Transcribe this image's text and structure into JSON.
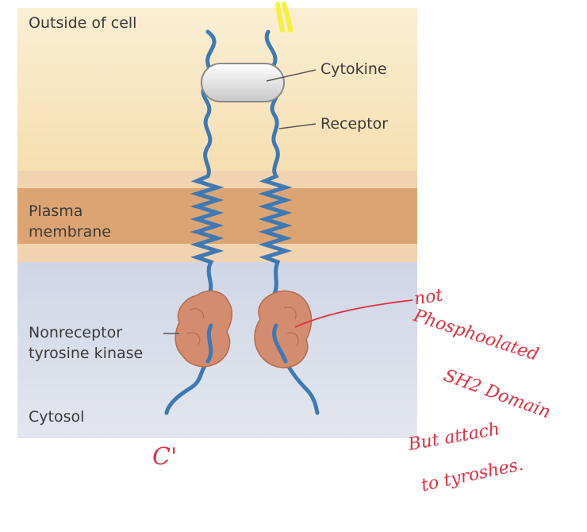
{
  "labels": {
    "outside": "Outside of cell",
    "cytokine": "Cytokine",
    "receptor": "Receptor",
    "plasma_line1": "Plasma",
    "plasma_line2": "membrane",
    "kinase_line1": "Nonreceptor",
    "kinase_line2": "tyrosine kinase",
    "cytosol": "Cytosol"
  },
  "annotations": {
    "note_line1": "not",
    "note_line2": "Phosphoolated",
    "note_line3": "SH2 Domain",
    "note_line4": "But attach",
    "note_line5": "to tyroshes.",
    "c_mark": "C'"
  },
  "colors": {
    "extracellular": "#f8e7c2",
    "membrane_light": "#f1d3b0",
    "membrane_dark": "#dda473",
    "cytosol": "#d6dbe8",
    "receptor": "#3d79b5",
    "kinase": "#d48c6e",
    "annotation": "#e03040",
    "highlight": "#f4f02a"
  }
}
